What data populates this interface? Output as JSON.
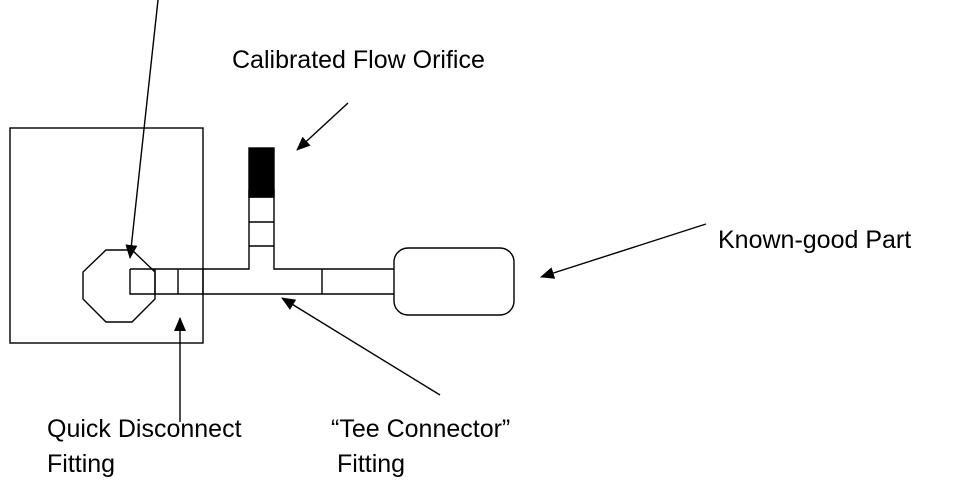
{
  "labels": {
    "calibrated_flow_orifice": "Calibrated Flow Orifice",
    "known_good_part": "Known-good Part",
    "quick_disconnect_line1": "Quick Disconnect",
    "quick_disconnect_line2": "Fitting",
    "tee_connector_line1": "“Tee Connector”",
    "tee_connector_line2": "Fitting"
  },
  "colors": {
    "line": "#000000",
    "orifice_fill": "#000000",
    "background": "#ffffff"
  }
}
